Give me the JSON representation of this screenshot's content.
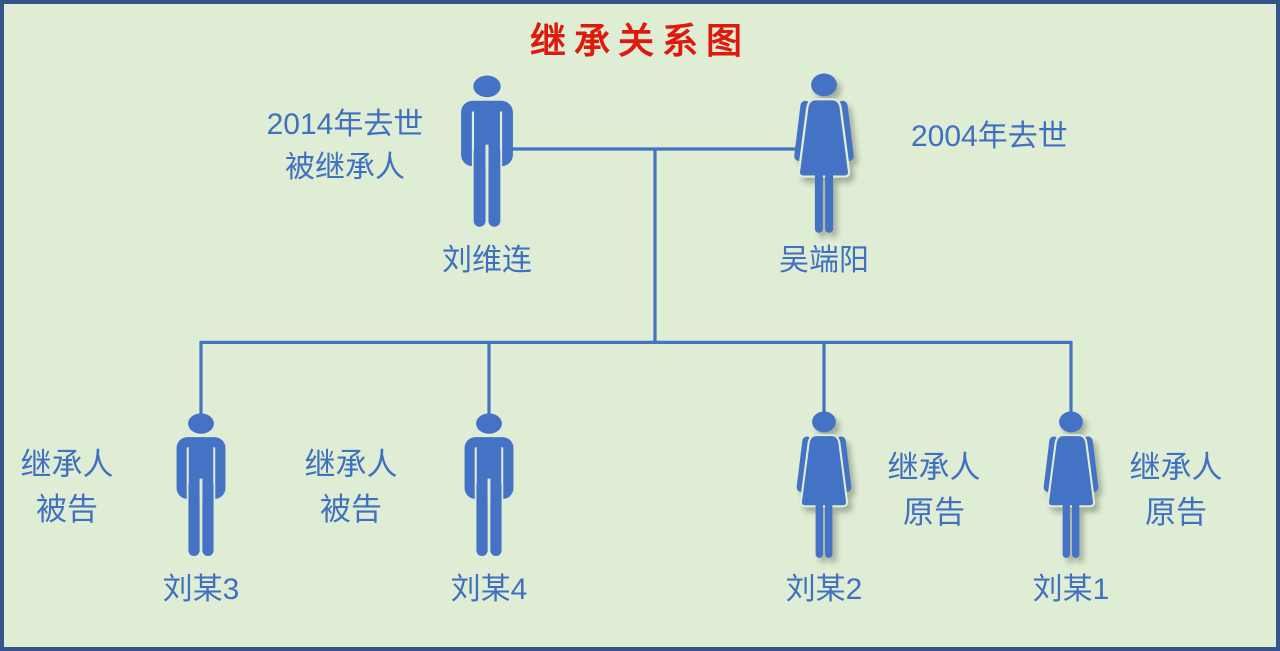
{
  "title": {
    "text": "继承关系图"
  },
  "colors": {
    "background": "#e0edd5",
    "border": "#35548b",
    "figure_blue": "#4472c4",
    "line_blue": "#4473c1",
    "text_blue": "#4070c0",
    "title_red": "#dd1a0d"
  },
  "parents": [
    {
      "name": "刘维连",
      "gender": "male",
      "note_side": "left",
      "note_lines": [
        "2014年去世",
        "被继承人"
      ]
    },
    {
      "name": "吴端阳",
      "gender": "female",
      "note_side": "right",
      "note_lines": [
        "2004年去世"
      ]
    }
  ],
  "children": [
    {
      "name": "刘某3",
      "gender": "male",
      "label_side": "left",
      "role_lines": [
        "继承人",
        "被告"
      ]
    },
    {
      "name": "刘某4",
      "gender": "male",
      "label_side": "left",
      "role_lines": [
        "继承人",
        "被告"
      ]
    },
    {
      "name": "刘某2",
      "gender": "female",
      "label_side": "right",
      "role_lines": [
        "继承人",
        "原告"
      ]
    },
    {
      "name": "刘某1",
      "gender": "female",
      "label_side": "right",
      "role_lines": [
        "继承人",
        "原告"
      ]
    }
  ]
}
